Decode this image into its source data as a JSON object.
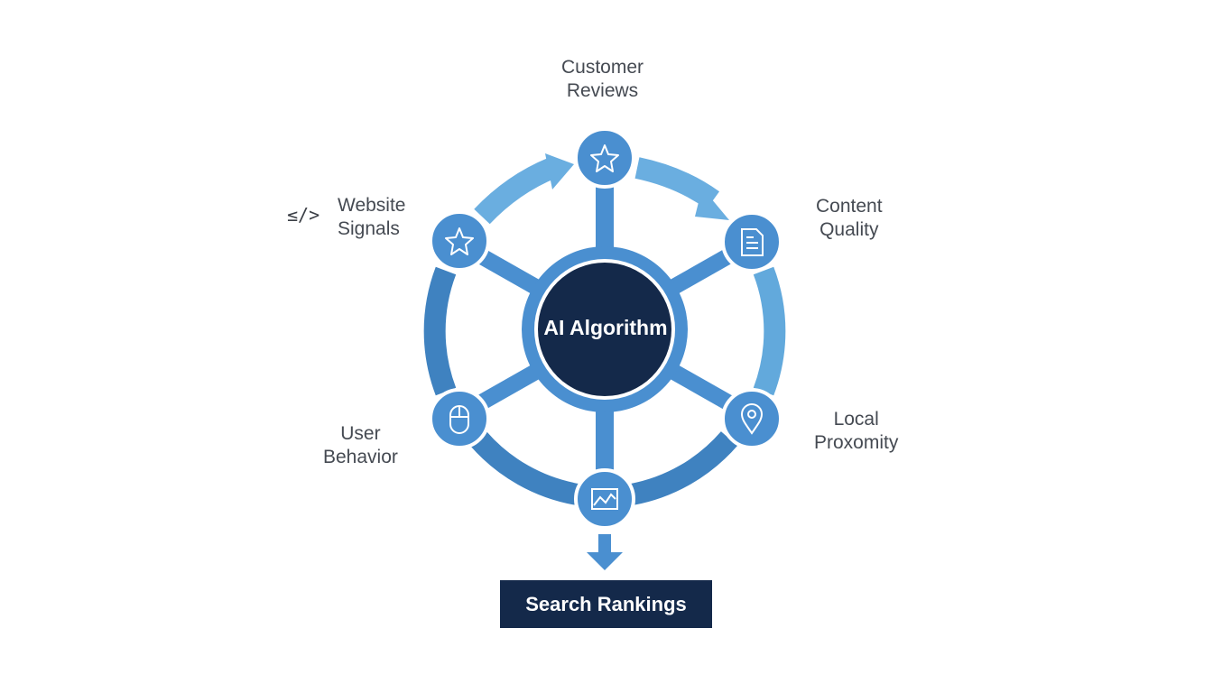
{
  "center": {
    "label": "AI Algorithm"
  },
  "factors": {
    "customer_reviews": "Customer\nReviews",
    "content_quality": "Content\nQuality",
    "local_proximity": "Local\nProxomity",
    "user_behavior": "User\nBehavior",
    "website_signals": "Website\nSignals"
  },
  "output": {
    "label": "Search Rankings"
  },
  "glyphs": {
    "code": "≤/>"
  },
  "icons": {
    "customer_reviews": "star-icon",
    "content_quality": "document-icon",
    "local_proximity": "map-pin-icon",
    "bottom": "image-chart-icon",
    "user_behavior": "mouse-icon",
    "website_signals": "star-icon"
  },
  "colors": {
    "ring_dark": "#3f7fbf",
    "ring_light": "#6aaee0",
    "node": "#4a8fd0",
    "hub": "#4a8fd0",
    "center": "#14294a",
    "output": "#14294a",
    "text": "#454a52"
  }
}
